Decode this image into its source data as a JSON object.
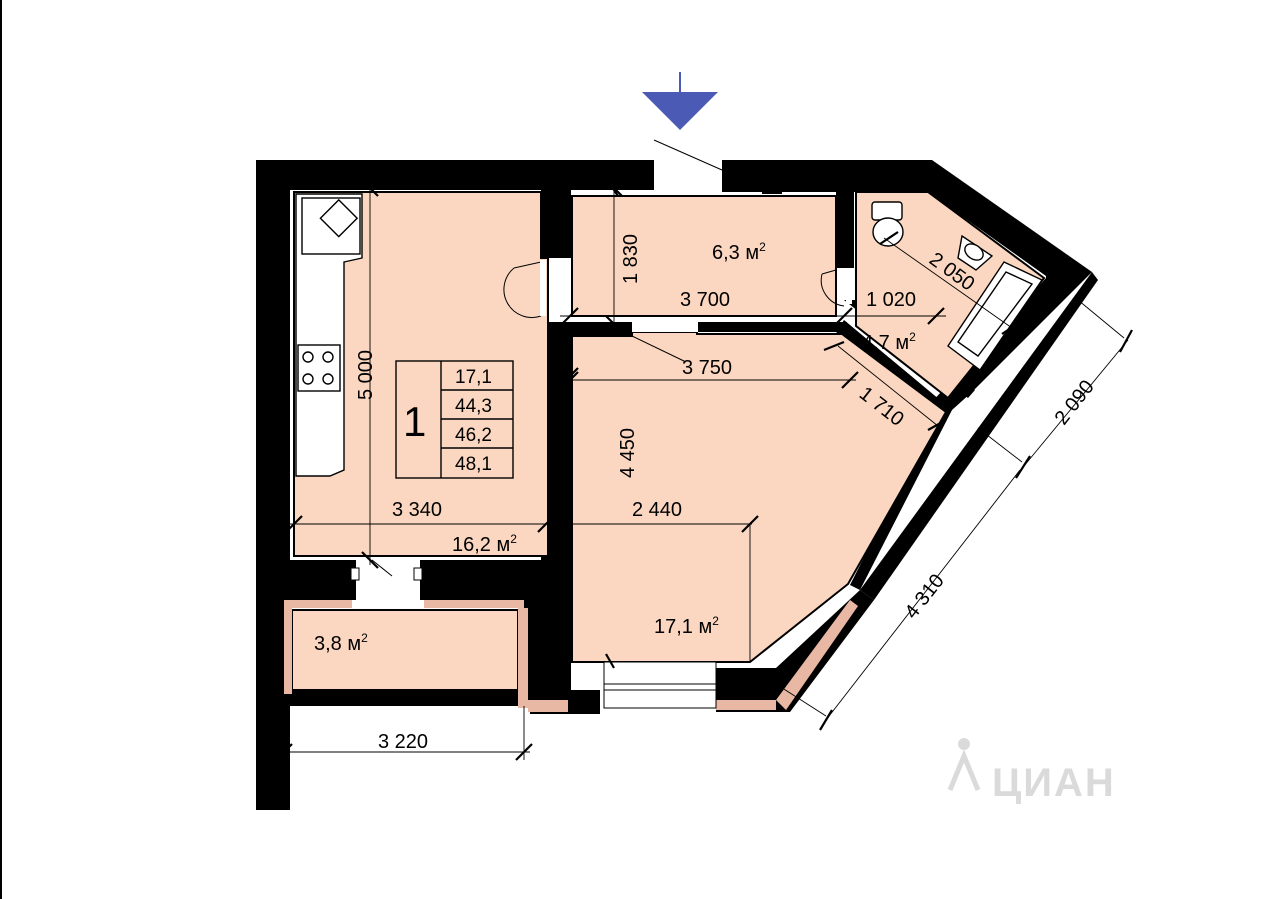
{
  "apartment": {
    "number": "1",
    "areas_table": [
      "17,1",
      "44,3",
      "46,2",
      "48,1"
    ]
  },
  "rooms": {
    "kitchen_area": "16,2 м",
    "hall_area": "6,3 м",
    "bath_area": "4,7 м",
    "living_area": "17,1 м",
    "balcony_area": "3,8 м",
    "superscript": "2"
  },
  "dimensions": {
    "d5000": "5 000",
    "d3340": "3 340",
    "d1830": "1 830",
    "d3700": "3 700",
    "d1020": "1 020",
    "d2050": "2 050",
    "d3750": "3 750",
    "d1710": "1 710",
    "d2090": "2 090",
    "d4450": "4 450",
    "d2440": "2 440",
    "d4310": "4 310",
    "d3220": "3 220"
  },
  "colors": {
    "room_fill": "#fbd7c1",
    "entrance_arrow": "#4a5ab5",
    "balcony_hatch": "#e9b8a5"
  },
  "watermark": "ЦИАН"
}
